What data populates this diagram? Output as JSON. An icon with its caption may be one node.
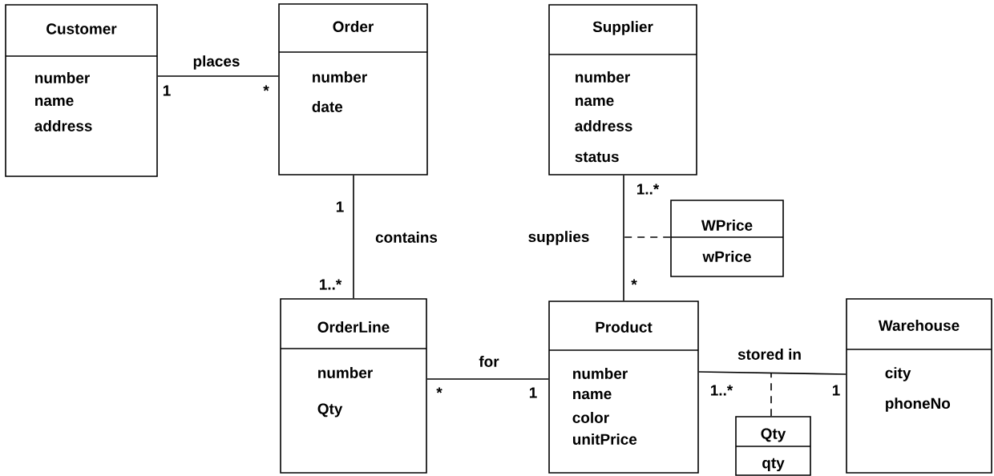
{
  "diagram": {
    "nodes": [
      {
        "text": [
          "Customer",
          "number",
          "name",
          "address"
        ]
      },
      {
        "text": [
          "Order",
          "number",
          "date"
        ]
      },
      {
        "text": [
          "Supplier",
          "number",
          "name",
          "address",
          "status"
        ]
      },
      {
        "text": [
          "WPrice",
          "wPrice"
        ]
      },
      {
        "text": [
          "OrderLine",
          "number",
          "Qty"
        ]
      },
      {
        "text": [
          "Product",
          "number",
          "name",
          "color",
          "unitPrice"
        ]
      },
      {
        "text": [
          "Warehouse",
          "city",
          "phoneNo"
        ]
      },
      {
        "text": [
          "Qty",
          "qty"
        ]
      }
    ],
    "edges": [
      {
        "from": 0,
        "to": 1,
        "arrow": "none",
        "label": "places"
      },
      {
        "from": 1,
        "to": 4,
        "arrow": "none",
        "label": "contains"
      },
      {
        "from": 2,
        "to": 5,
        "arrow": "none",
        "label": "supplies"
      },
      {
        "from": 4,
        "to": 5,
        "arrow": "none",
        "label": "for"
      },
      {
        "from": 5,
        "to": 6,
        "arrow": "none",
        "label": "stored in"
      },
      {
        "from": 3,
        "to": null,
        "arrow": "none",
        "style": "dashed"
      },
      {
        "from": 7,
        "to": null,
        "arrow": "none",
        "style": "dashed"
      }
    ],
    "labels": [
      "1",
      "*",
      "1..*",
      "1",
      "1..*",
      "*",
      "1..*",
      "1",
      "*",
      "1"
    ]
  }
}
